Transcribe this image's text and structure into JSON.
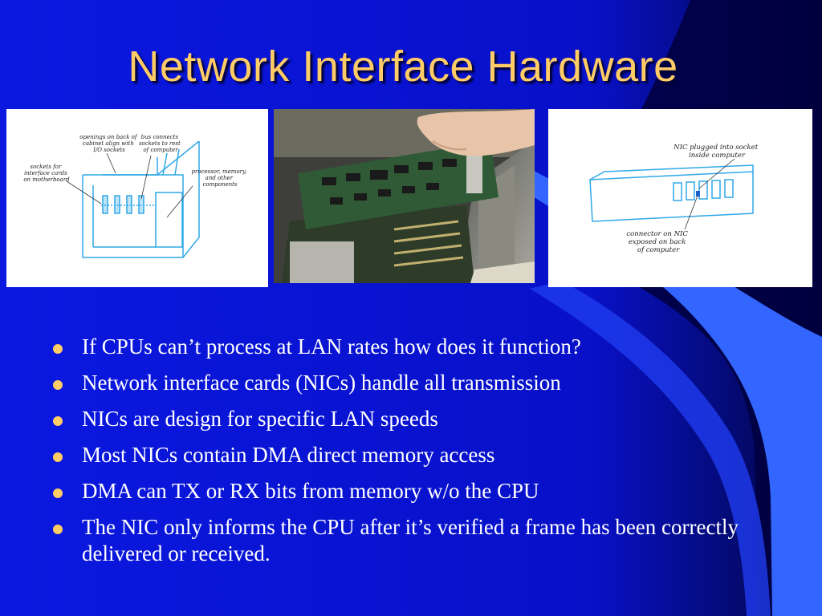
{
  "slide": {
    "title": "Network Interface Hardware",
    "colors": {
      "background": "#0a14d8",
      "title": "#ffcc66",
      "bullet": "#ffcc66",
      "text": "#ffffff",
      "ribbon": "#3366ff"
    }
  },
  "figures": {
    "left": {
      "label_openings": [
        "openings on back of",
        "cabinet align with",
        "I/O sockets"
      ],
      "label_bus": [
        "bus connects",
        "sockets to rest",
        "of computer"
      ],
      "label_sockets": [
        "sockets for",
        "interface cards",
        "on motherboard"
      ],
      "label_processor": [
        "processor, memory,",
        "and other",
        "components"
      ]
    },
    "right": {
      "label_nic": [
        "NIC plugged into socket",
        "inside computer"
      ],
      "label_connector": [
        "connector on NIC",
        "exposed on back",
        "of computer"
      ]
    }
  },
  "bullets": [
    "If CPUs can’t process at LAN rates how does it function?",
    "Network interface cards (NICs) handle all transmission",
    "NICs are design for specific LAN speeds",
    "Most NICs contain DMA direct memory access",
    "DMA can TX or RX bits from memory w/o the CPU",
    "The NIC only informs the CPU after it’s verified a frame has been correctly delivered or received."
  ]
}
